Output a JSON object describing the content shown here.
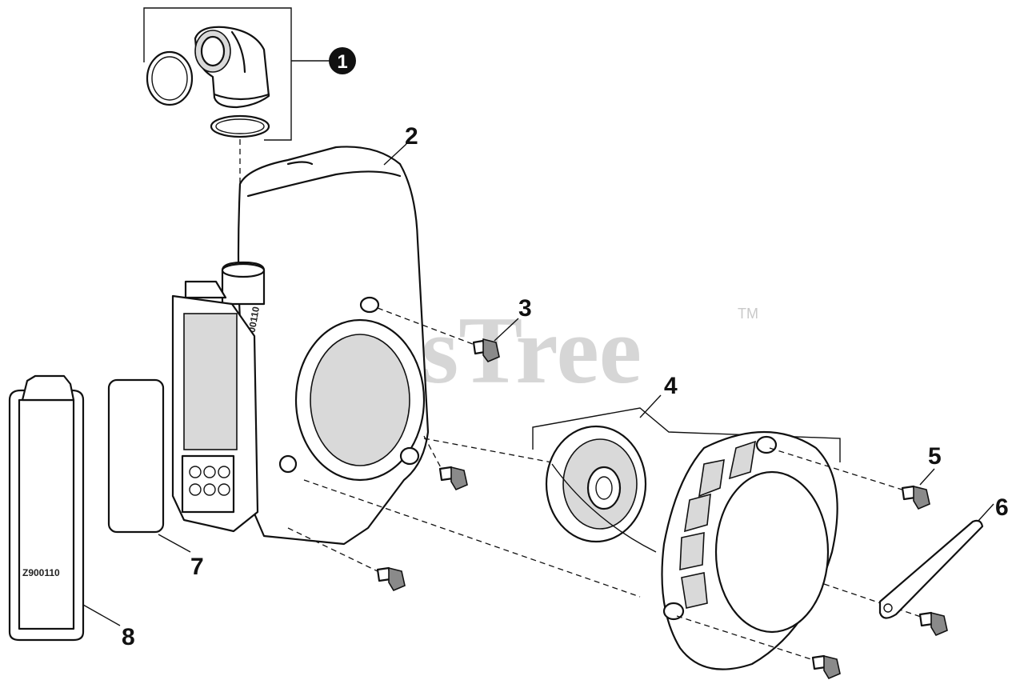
{
  "watermark": {
    "text": "PartsTree",
    "trademark": "TM"
  },
  "part_number_text": "Z900110",
  "callouts": [
    {
      "id": "1",
      "style": "badge"
    },
    {
      "id": "2",
      "style": "plain"
    },
    {
      "id": "3",
      "style": "plain"
    },
    {
      "id": "4",
      "style": "plain"
    },
    {
      "id": "5",
      "style": "plain"
    },
    {
      "id": "6",
      "style": "plain"
    },
    {
      "id": "7",
      "style": "plain"
    },
    {
      "id": "8",
      "style": "plain"
    }
  ]
}
